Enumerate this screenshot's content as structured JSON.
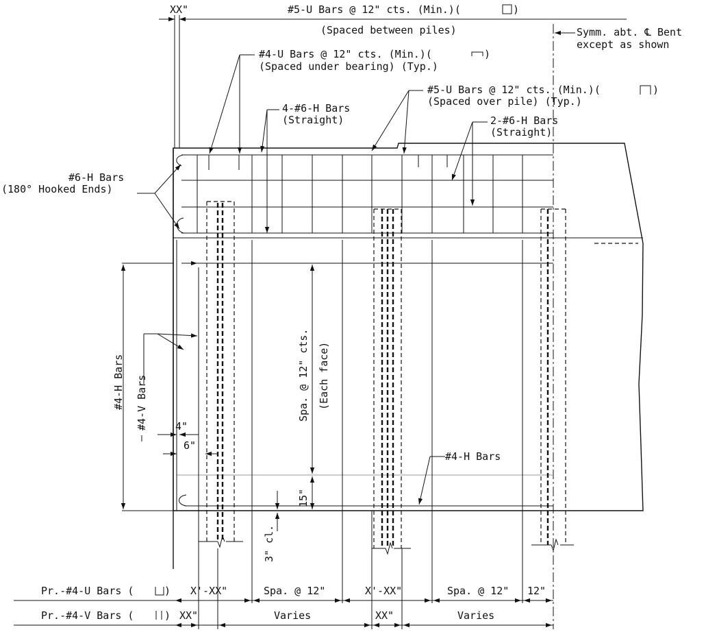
{
  "callouts": {
    "top_xx": "XX\"",
    "u5_min": "#5-U Bars @ 12\" cts. (Min.)(",
    "u5_close": ")",
    "spaced_between_piles": "(Spaced between piles)",
    "symm_1": "Symm. abt. ℄ Bent",
    "symm_2": "except as shown",
    "u4_line1": "#4-U Bars @ 12\" cts. (Min.)(",
    "u4_line1_close": ")",
    "u4_line2": "(Spaced under bearing) (Typ.)",
    "u5_pile_line1": "#5-U Bars @ 12\" cts. (Min.)(",
    "u5_pile_line1_close": ")",
    "u5_pile_line2": "(Spaced over pile) (Typ.)",
    "h6_4_line1": "4-#6-H Bars",
    "h6_4_line2": "(Straight)",
    "h6_2_line1": "2-#6-H Bars",
    "h6_2_line2": "(Straight)",
    "hook_line1": "#6-H Bars",
    "hook_line2": "(180° Hooked Ends)",
    "v4": "#4-V Bars",
    "h4_left": "#4-H Bars",
    "dim_4": "4\"",
    "dim_6": "6\"",
    "spa_each_face_1": "Spa. @ 12\" cts.",
    "spa_each_face_2": "(Each face)",
    "h4_right": "#4-H Bars",
    "dim_15": "15\"",
    "dim_3cl": "3\" cl."
  },
  "dim_rows": {
    "u_row_label": "Pr.-#4-U Bars (",
    "u_row_label_close": ")",
    "u_row": [
      "X'-XX\"",
      "Spa. @ 12\"",
      "X'-XX\"",
      "Spa. @ 12\"",
      "12\""
    ],
    "v_row_label": "Pr.-#4-V Bars (",
    "v_row_label_close": ")",
    "v_row": [
      "XX\"",
      "Varies",
      "XX\"",
      "Varies"
    ]
  }
}
